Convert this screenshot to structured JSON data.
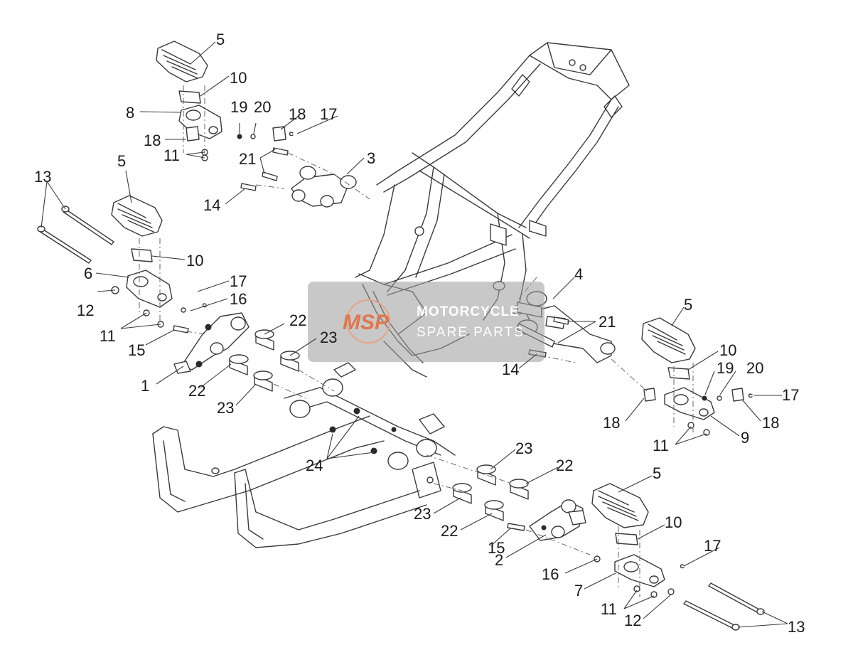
{
  "watermark": {
    "logo": "MSP",
    "title": "MOTORCYCLE",
    "subtitle": "SPARE PARTS"
  },
  "callouts": {
    "c5a": "5",
    "c10a": "10",
    "c8": "8",
    "c19a": "19",
    "c20a": "20",
    "c18a": "18",
    "c17a": "17",
    "c18b": "18",
    "c11a": "11",
    "c21a": "21",
    "c3": "3",
    "c14a": "14",
    "c13a": "13",
    "c5b": "5",
    "c10b": "10",
    "c6": "6",
    "c17b": "17",
    "c16a": "16",
    "c12a": "12",
    "c11b": "11",
    "c15a": "15",
    "c22a": "22",
    "c23a": "23",
    "c1": "1",
    "c22b": "22",
    "c23b": "23",
    "c4": "4",
    "c21b": "21",
    "c14b": "14",
    "c5c": "5",
    "c10c": "10",
    "c19b": "19",
    "c20b": "20",
    "c17c": "17",
    "c18c": "18",
    "c18d": "18",
    "c11c": "11",
    "c9": "9",
    "c24": "24",
    "c23c": "23",
    "c22c": "22",
    "c23d": "23",
    "c22d": "22",
    "c15b": "15",
    "c2": "2",
    "c5d": "5",
    "c10d": "10",
    "c16b": "16",
    "c17d": "17",
    "c7": "7",
    "c11d": "11",
    "c12b": "12",
    "c13b": "13"
  }
}
